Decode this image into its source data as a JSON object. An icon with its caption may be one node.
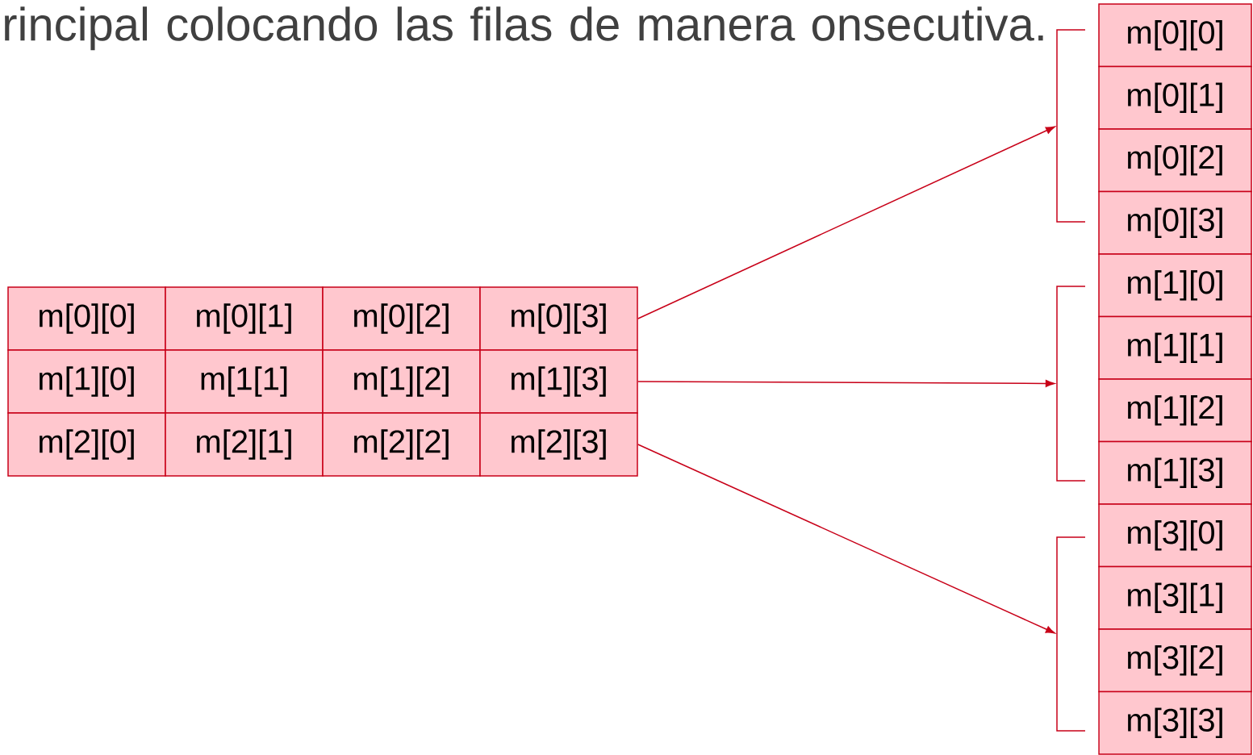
{
  "diagram": {
    "nodes": [
      {
        "text": [
          "m[0][0]"
        ]
      },
      {
        "text": [
          "m[0][1]"
        ]
      },
      {
        "text": [
          "m[0][2]"
        ]
      },
      {
        "text": [
          "m[0][3]"
        ]
      },
      {
        "text": [
          "m[1][0]"
        ]
      },
      {
        "text": [
          "m[1[1]"
        ]
      },
      {
        "text": [
          "m[1][2]"
        ]
      },
      {
        "text": [
          "m[1][3]"
        ]
      },
      {
        "text": [
          "m[2][0]"
        ]
      },
      {
        "text": [
          "m[2][1]"
        ]
      },
      {
        "text": [
          "m[2][2]"
        ]
      },
      {
        "text": [
          "m[2][3]"
        ]
      },
      {
        "text": [
          "m[0][0]"
        ]
      },
      {
        "text": [
          "m[0][1]"
        ]
      },
      {
        "text": [
          "m[0][2]"
        ]
      },
      {
        "text": [
          "m[0][3]"
        ]
      },
      {
        "text": [
          "m[1][0]"
        ]
      },
      {
        "text": [
          "m[1][1]"
        ]
      },
      {
        "text": [
          "m[1][2]"
        ]
      },
      {
        "text": [
          "m[1][3]"
        ]
      },
      {
        "text": [
          "m[3][0]"
        ]
      },
      {
        "text": [
          "m[3][1]"
        ]
      },
      {
        "text": [
          "m[3][2]"
        ]
      },
      {
        "text": [
          "m[3][3]"
        ]
      },
      {
        "text": [],
        "shape": "bracket"
      },
      {
        "text": [],
        "shape": "bracket"
      },
      {
        "text": [],
        "shape": "bracket"
      }
    ],
    "edges": [
      {
        "from": 3,
        "to": 24,
        "arrow": "to"
      },
      {
        "from": 7,
        "to": 25,
        "arrow": "to"
      },
      {
        "from": 11,
        "to": 26,
        "arrow": "to"
      }
    ],
    "labels": [
      "rincipal colocando las filas de manera onsecutiva."
    ]
  }
}
